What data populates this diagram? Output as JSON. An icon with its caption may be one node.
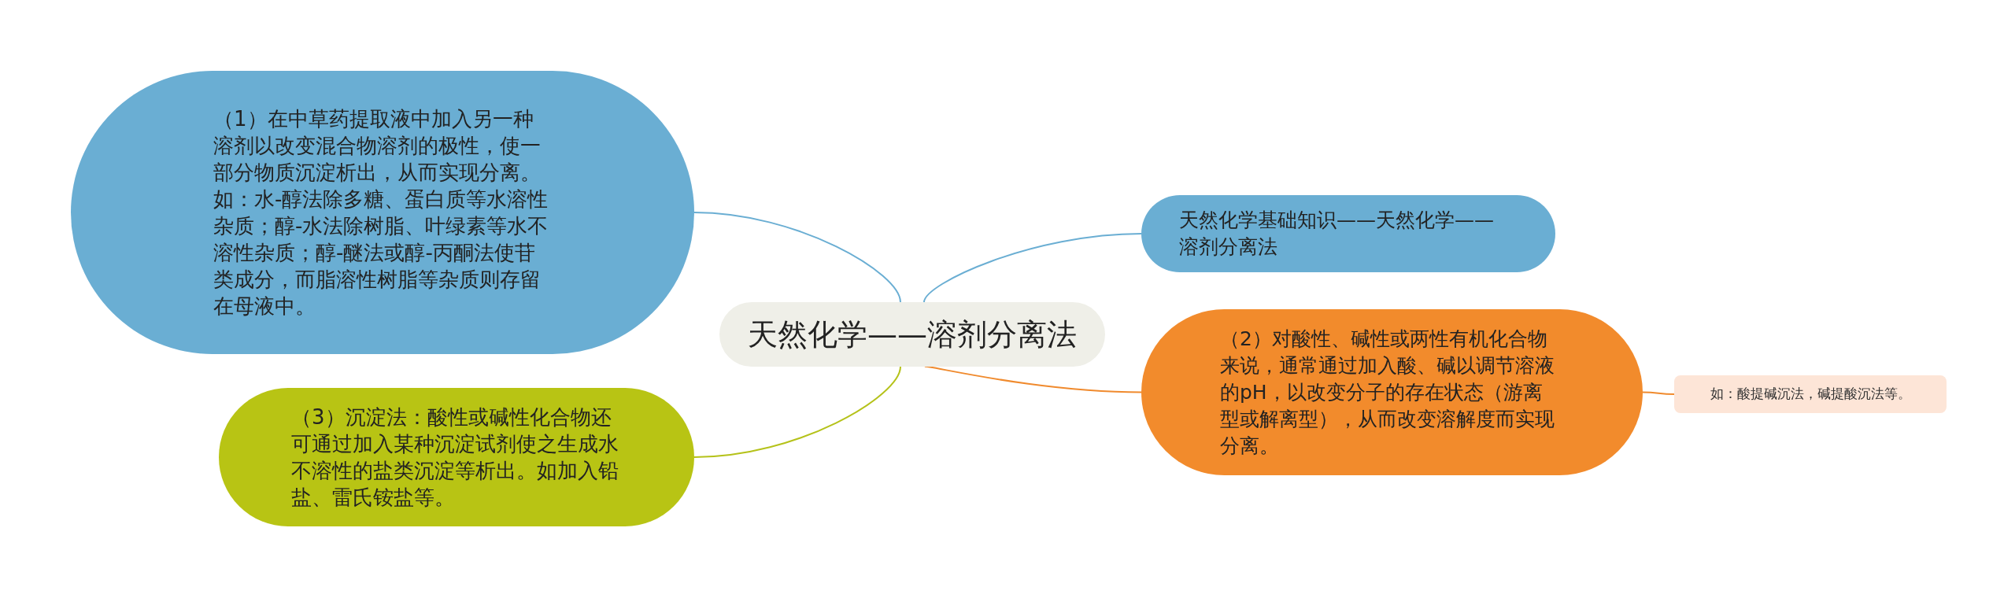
{
  "diagram": {
    "nodes": [
      {
        "text": [
          "天然化学——溶剂分离法"
        ]
      },
      {
        "text": [
          "（1）在中草药提取液中加入另一种溶剂以改变混合物溶剂的极性，使一部分物质沉淀析出，从而实现分离。如：水-醇法除多糖、蛋白质等水溶性杂质；醇-水法除树脂、叶绿素等水不溶性杂质；醇-醚法或醇-丙酮法使苷类成分，而脂溶性树脂等杂质则存留在母液中。"
        ]
      },
      {
        "text": [
          "（3）沉淀法：酸性或碱性化合物还可通过加入某种沉淀试剂使之生成水不溶性的盐类沉淀等析出。如加入铅盐、雷氏铵盐等。"
        ]
      },
      {
        "text": [
          "天然化学基础知识——天然化学——溶剂分离法"
        ]
      },
      {
        "text": [
          "（2）对酸性、碱性或两性有机化合物来说，通常通过加入酸、碱以调节溶液的pH，以改变分子的存在状态（游离型或解离型），从而改变溶解度而实现分离。"
        ]
      },
      {
        "text": [
          "如：酸提碱沉法，碱提酸沉法等。"
        ]
      }
    ],
    "edges": [
      {
        "from": 0,
        "to": 1,
        "arrow": "none",
        "color": "#6aaed3"
      },
      {
        "from": 0,
        "to": 2,
        "arrow": "none",
        "color": "#b5c21a"
      },
      {
        "from": 0,
        "to": 3,
        "arrow": "none",
        "color": "#6aaed3"
      },
      {
        "from": 0,
        "to": 4,
        "arrow": "none",
        "color": "#f08a2d"
      },
      {
        "from": 4,
        "to": 5,
        "arrow": "none",
        "color": "#f08a2d"
      }
    ]
  }
}
